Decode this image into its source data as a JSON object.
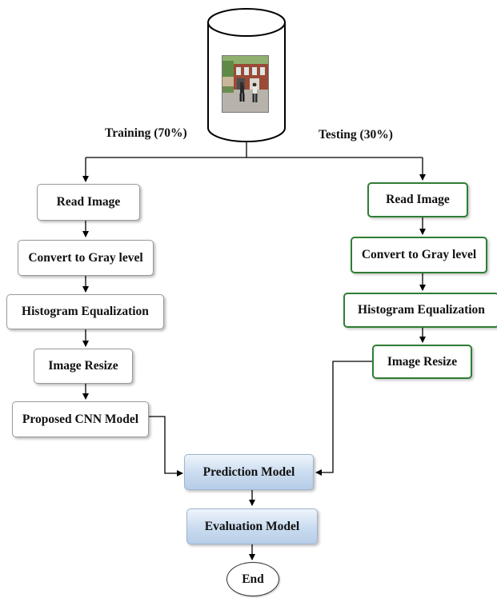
{
  "dataset": {
    "image_alt": "street scene with two pedestrians walking past a brick building"
  },
  "split": {
    "training_label": "Training (70%)",
    "testing_label": "Testing (30%)"
  },
  "training_steps": [
    "Read Image",
    "Convert to Gray level",
    "Histogram Equalization",
    "Image Resize",
    "Proposed CNN Model"
  ],
  "testing_steps": [
    "Read Image",
    "Convert to Gray level",
    "Histogram Equalization",
    "Image Resize"
  ],
  "merge": {
    "prediction": "Prediction Model",
    "evaluation": "Evaluation Model",
    "end": "End"
  },
  "colors": {
    "training_border": "#9a9a9a",
    "testing_border": "#2e7d32",
    "model_fill": "#c9dbef",
    "line": "#000000"
  }
}
